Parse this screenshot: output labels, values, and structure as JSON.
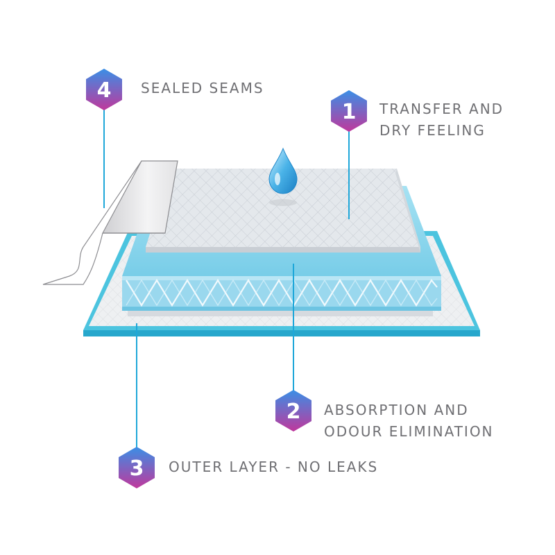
{
  "colors": {
    "accent_line": "#1ea7d9",
    "badge_top": "#3a8fe6",
    "badge_bottom": "#c0389c",
    "label_text": "#6f6f73",
    "outer_layer": "#4cc4df",
    "core_layer": "#8fd9ef",
    "top_sheet": "#e4e8ec"
  },
  "callouts": [
    {
      "number": "1",
      "line1": "TRANSFER AND",
      "line2": "DRY FEELING"
    },
    {
      "number": "2",
      "line1": "ABSORPTION AND",
      "line2": "ODOUR ELIMINATION"
    },
    {
      "number": "3",
      "line1": "OUTER LAYER - NO LEAKS",
      "line2": ""
    },
    {
      "number": "4",
      "line1": "SEALED SEAMS",
      "line2": ""
    }
  ],
  "icons": {
    "drop": "water-drop-icon"
  }
}
